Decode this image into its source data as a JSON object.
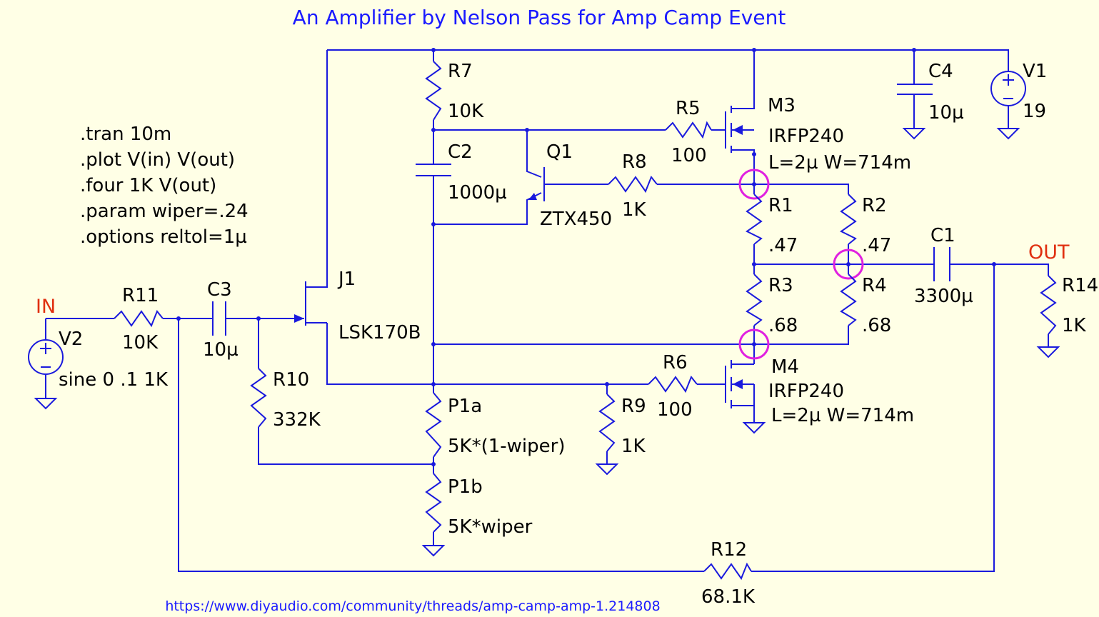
{
  "title": "An Amplifier by Nelson Pass for Amp Camp Event",
  "url": "https://www.diyaudio.com/community/threads/amp-camp-amp-1.214808",
  "directives": [
    ".tran 10m",
    ".plot V(in) V(out)",
    ".four 1K V(out)",
    ".param wiper=.24",
    ".options reltol=1µ"
  ],
  "labels": {
    "in": "IN",
    "out": "OUT"
  },
  "components": {
    "R7": {
      "name": "R7",
      "value": "10K"
    },
    "R5": {
      "name": "R5",
      "value": "100"
    },
    "M3": {
      "name": "M3",
      "model": "IRFP240",
      "params": "L=2µ W=714m"
    },
    "C4": {
      "name": "C4",
      "value": "10µ"
    },
    "V1": {
      "name": "V1",
      "value": "19"
    },
    "C2": {
      "name": "C2",
      "value": "1000µ"
    },
    "Q1": {
      "name": "Q1",
      "model": "ZTX450"
    },
    "R8": {
      "name": "R8",
      "value": "1K"
    },
    "R1": {
      "name": "R1",
      "value": ".47"
    },
    "R2": {
      "name": "R2",
      "value": ".47"
    },
    "C1": {
      "name": "C1",
      "value": "3300µ"
    },
    "R14": {
      "name": "R14",
      "value": "1K"
    },
    "R11": {
      "name": "R11",
      "value": "10K"
    },
    "C3": {
      "name": "C3",
      "value": "10µ"
    },
    "J1": {
      "name": "J1",
      "model": "LSK170B"
    },
    "R3": {
      "name": "R3",
      "value": ".68"
    },
    "R4": {
      "name": "R4",
      "value": ".68"
    },
    "V2": {
      "name": "V2",
      "value": "sine 0 .1 1K"
    },
    "R10": {
      "name": "R10",
      "value": "332K"
    },
    "R6": {
      "name": "R6",
      "value": "100"
    },
    "M4": {
      "name": "M4",
      "model": "IRFP240",
      "params": "L=2µ W=714m"
    },
    "P1a": {
      "name": "P1a",
      "value": "5K*(1-wiper)"
    },
    "R9": {
      "name": "R9",
      "value": "1K"
    },
    "P1b": {
      "name": "P1b",
      "value": "5K*wiper"
    },
    "R12": {
      "name": "R12",
      "value": "68.1K"
    }
  }
}
